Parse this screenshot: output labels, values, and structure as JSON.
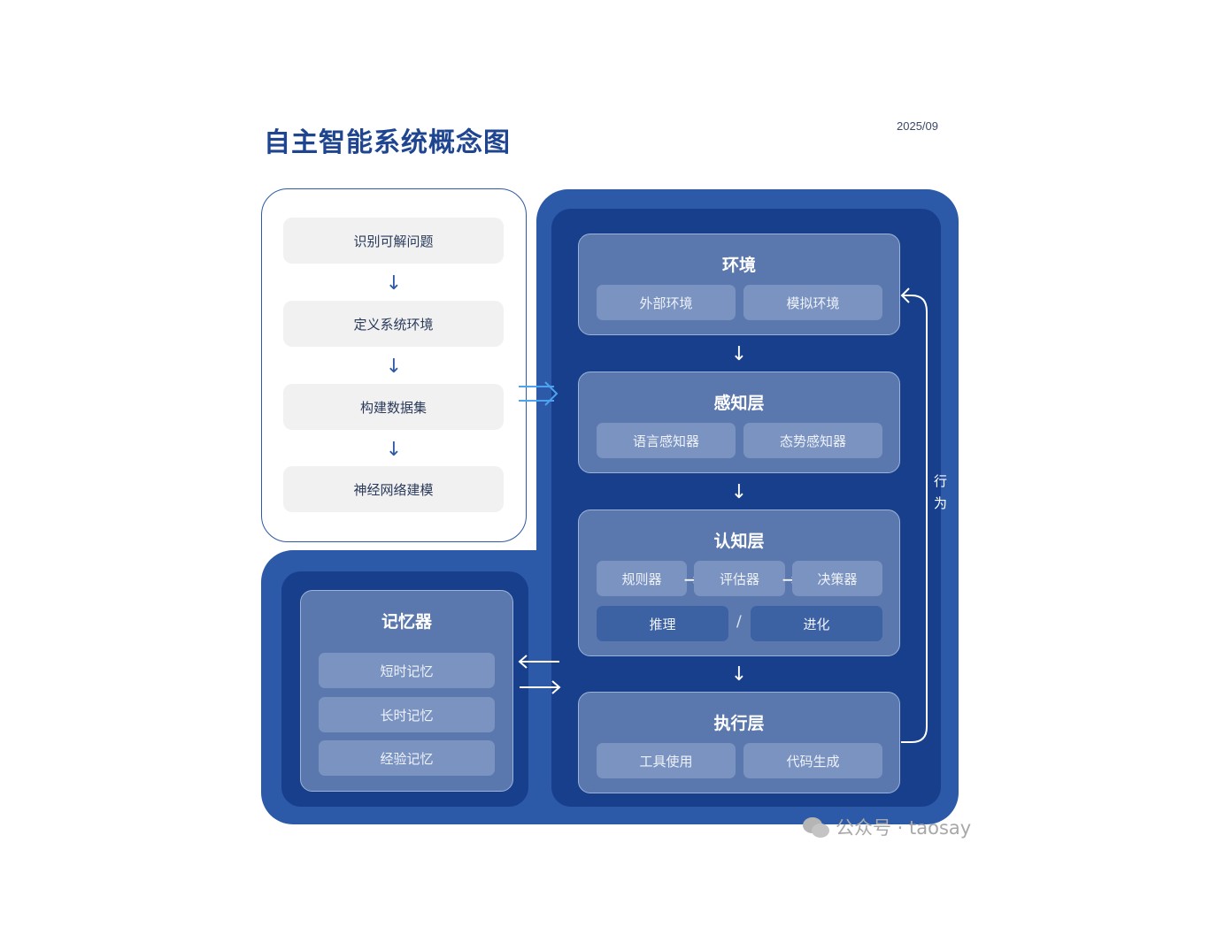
{
  "header": {
    "title": "自主智能系统概念图",
    "date": "2025/09"
  },
  "pipeline": {
    "steps": [
      "识别可解问题",
      "定义系统环境",
      "构建数据集",
      "神经网络建模"
    ],
    "arrow": "↓"
  },
  "layers": {
    "environment": {
      "title": "环境",
      "items": [
        "外部环境",
        "模拟环境"
      ]
    },
    "perception": {
      "title": "感知层",
      "items": [
        "语言感知器",
        "态势感知器"
      ]
    },
    "cognition": {
      "title": "认知层",
      "chain": [
        "规则器",
        "评估器",
        "决策器"
      ],
      "modes": [
        "推理",
        "进化"
      ],
      "separator": "/"
    },
    "execution": {
      "title": "执行层",
      "items": [
        "工具使用",
        "代码生成"
      ]
    }
  },
  "memory": {
    "title": "记忆器",
    "items": [
      "短时记忆",
      "长时记忆",
      "经验记忆"
    ]
  },
  "feedback_label": "行为",
  "watermark": {
    "text": "公众号 · taosay"
  },
  "colors": {
    "title": "#1f4591",
    "outer_blue": "#2c59a8",
    "inner_navy": "#173f8c",
    "card": "#5a78ad",
    "chip": "#7b93c1",
    "chip_dark": "#3d62a3",
    "step_bg": "#f1f1f2",
    "input_arrow": "#4ea3ef"
  }
}
